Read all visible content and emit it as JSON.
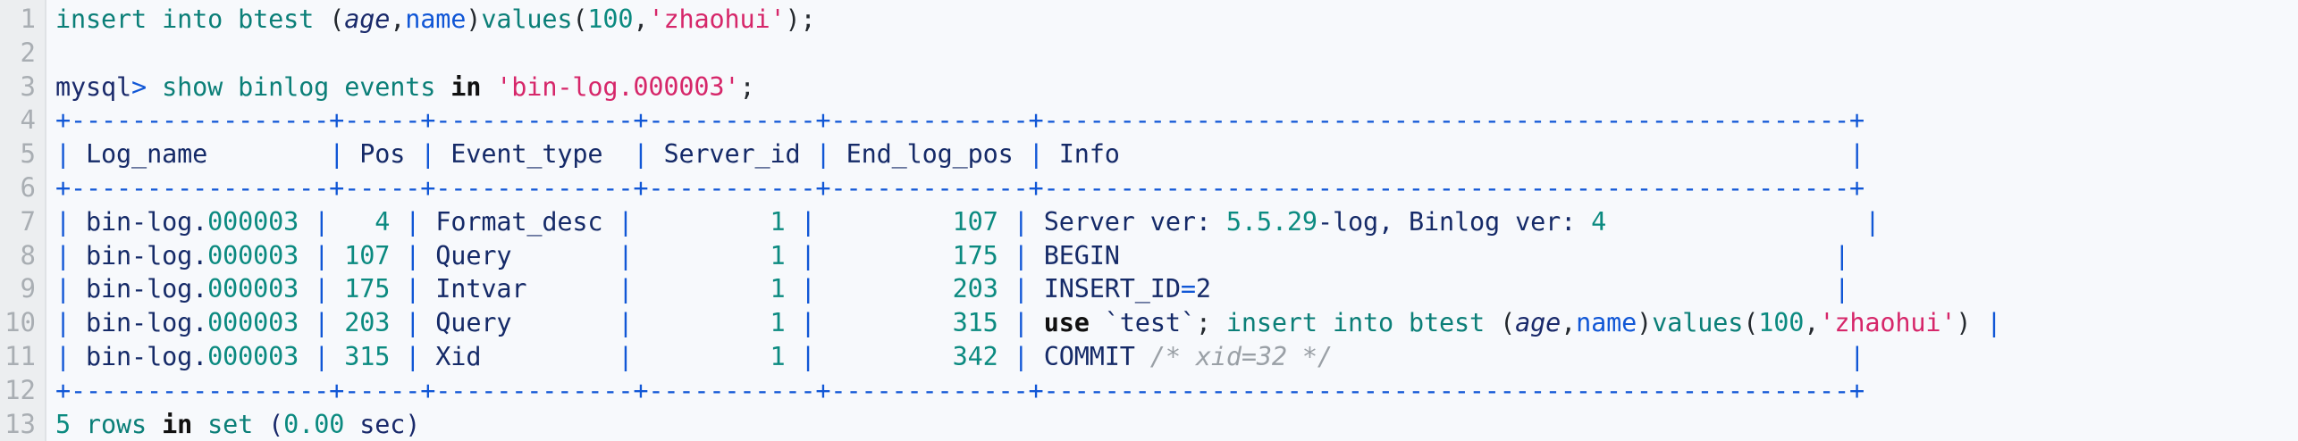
{
  "editor": {
    "kind": "code-block",
    "language": "sql",
    "background": "#f7f9fc",
    "gutter_background": "#eceef0",
    "line_number_color": "#a9aeb3",
    "total_lines": 13,
    "line_numbers": [
      "1",
      "2",
      "3",
      "4",
      "5",
      "6",
      "7",
      "8",
      "9",
      "10",
      "11",
      "12",
      "13"
    ]
  },
  "palette": {
    "keyword": "#0b7f78",
    "keyword_bold": "#111111",
    "number": "#0b8a80",
    "string": "#d6276a",
    "identifier": "#1a2a6b",
    "field": "#1157d6",
    "table_border": "#1157d6",
    "table_text": "#152a68",
    "comment": "#9aa0a6",
    "punctuation": "#24292e"
  },
  "lines": {
    "l1": {
      "n": "1",
      "text": "insert into btest (age,name)values(100,'zhaohui');",
      "tokens": {
        "insert": "insert",
        "into": "into",
        "btest": " btest ",
        "open_paren": "(",
        "age": "age",
        "comma1": ",",
        "name": "name",
        "close_paren": ")",
        "values": "values",
        "open_paren2": "(",
        "num100": "100",
        "comma2": ",",
        "str": "'zhaohui'",
        "close_paren2": ")",
        "semi": ";"
      }
    },
    "l2": {
      "n": "2",
      "text": ""
    },
    "l3": {
      "n": "3",
      "text": "mysql> show binlog events in 'bin-log.000003';",
      "tokens": {
        "prompt": "mysql",
        "gt": ">",
        "show": " show ",
        "binlog": "binlog ",
        "events": "events ",
        "in": "in",
        "file": " 'bin-log.000003'",
        "semi": ";"
      }
    },
    "l4": {
      "n": "4",
      "text": "+-----------------+-----+-------------+-----------+-------------+-----------------------------------------------------+"
    },
    "l5": {
      "n": "5",
      "text": "| Log_name        | Pos | Event_type  | Server_id | End_log_pos | Info                                                |"
    },
    "l6": {
      "n": "6",
      "text": "+-----------------+-----+-------------+-----------+-------------+-----------------------------------------------------+"
    },
    "l7": {
      "n": "7"
    },
    "l8": {
      "n": "8"
    },
    "l9": {
      "n": "9"
    },
    "l10": {
      "n": "10"
    },
    "l11": {
      "n": "11"
    },
    "l12": {
      "n": "12",
      "text": "+-----------------+-----+-------------+-----------+-------------+-----------------------------------------------------+"
    },
    "l13": {
      "n": "13",
      "text": "5 rows in set (0.00 sec)",
      "tokens": {
        "count": "5",
        "rows": " rows ",
        "in": "in",
        "set": " set ",
        "open_paren": "(",
        "time": "0.00",
        "sec": " sec",
        "close_paren": ")"
      }
    }
  },
  "result_table": {
    "columns": [
      "Log_name",
      "Pos",
      "Event_type",
      "Server_id",
      "End_log_pos",
      "Info"
    ],
    "rows": [
      {
        "log_name_prefix": "bin-log.",
        "log_name_num": "000003",
        "pos": "4",
        "event_type": "Format_desc",
        "server_id": "1",
        "end_log_pos": "107",
        "info": "Server ver: 5.5.29-log, Binlog ver: 4"
      },
      {
        "log_name_prefix": "bin-log.",
        "log_name_num": "000003",
        "pos": "107",
        "event_type": "Query",
        "server_id": "1",
        "end_log_pos": "175",
        "info": "BEGIN"
      },
      {
        "log_name_prefix": "bin-log.",
        "log_name_num": "000003",
        "pos": "175",
        "event_type": "Intvar",
        "server_id": "1",
        "end_log_pos": "203",
        "info": "INSERT_ID=2"
      },
      {
        "log_name_prefix": "bin-log.",
        "log_name_num": "000003",
        "pos": "203",
        "event_type": "Query",
        "server_id": "1",
        "end_log_pos": "315",
        "info": "use `test`; insert into btest (age,name)values(100,'zhaohui')"
      },
      {
        "log_name_prefix": "bin-log.",
        "log_name_num": "000003",
        "pos": "315",
        "event_type": "Xid",
        "server_id": "1",
        "end_log_pos": "342",
        "info": "COMMIT /* xid=32 */"
      }
    ],
    "row7_info_parts": {
      "server": "Server ver",
      "colon1": ": ",
      "ver": "5.5.29",
      "dashlog": "-log",
      "comma": ", ",
      "binlog": "Binlog ver",
      "colon2": ": ",
      "four": "4"
    },
    "row9_info_parts": {
      "label": "INSERT_ID",
      "eq": "=",
      "value": "2"
    },
    "row10_info_parts": {
      "use": "use",
      "backtick_open": " `",
      "schema": "test",
      "backtick_close": "`",
      "semi": "; ",
      "insert": "insert",
      "into": " into",
      "btest": " btest ",
      "lp": "(",
      "age": "age",
      "c1": ",",
      "name": "name",
      "rp": ")",
      "values": "values",
      "lp2": "(",
      "num": "100",
      "c2": ",",
      "str": "'zhaohui'",
      "rp2": ")"
    },
    "row11_info_parts": {
      "commit": "COMMIT",
      "comment": " /* xid=32 */"
    }
  },
  "separators": {
    "seg1": "+-----------------",
    "seg2": "+-----",
    "seg3": "+-------------",
    "seg4": "+-----------",
    "seg5": "+-------------",
    "seg6": "+-----------------------------------------------------+"
  },
  "pipes": {
    "bar": "|"
  },
  "spacing": {
    "row_pad_log": " ",
    "pos_w4": "   ",
    "header_line": "| Log_name        | Pos | Event_type  | Server_id | End_log_pos | Info                                                |"
  }
}
